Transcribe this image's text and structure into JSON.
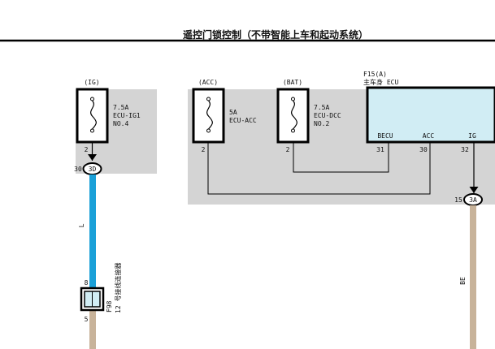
{
  "title": "遥控门锁控制（不带智能上车和起动系统）",
  "fuses": [
    {
      "source": "(IG)",
      "rating": "7.5A",
      "name": "ECU-IG1",
      "no": "NO.4",
      "pin": "2"
    },
    {
      "source": "(ACC)",
      "rating": "5A",
      "name": "ECU-ACC",
      "no": "",
      "pin": "2"
    },
    {
      "source": "(BAT)",
      "rating": "7.5A",
      "name": "ECU-DCC",
      "no": "NO.2",
      "pin": "2"
    }
  ],
  "ecu": {
    "code": "F15(A)",
    "name": "主车身 ECU",
    "pins": [
      {
        "label": "BECU",
        "num": "31"
      },
      {
        "label": "ACC",
        "num": "30"
      },
      {
        "label": "IG",
        "num": "32"
      }
    ]
  },
  "connectors": [
    {
      "code": "3D",
      "pin": "30"
    },
    {
      "code": "3A",
      "pin": "15"
    }
  ],
  "junction": {
    "code": "F98",
    "name": "12 号接线连接器",
    "pin_top": "8",
    "pin_bottom": "5"
  },
  "wire_colors": [
    {
      "label": "L",
      "hex": "#1aa0d8"
    },
    {
      "label": "BE",
      "hex": "#c8b39a"
    }
  ],
  "colors": {
    "block_bg": "#d4d4d4",
    "ecu_fill": "#d1edf4",
    "line": "#000000"
  }
}
